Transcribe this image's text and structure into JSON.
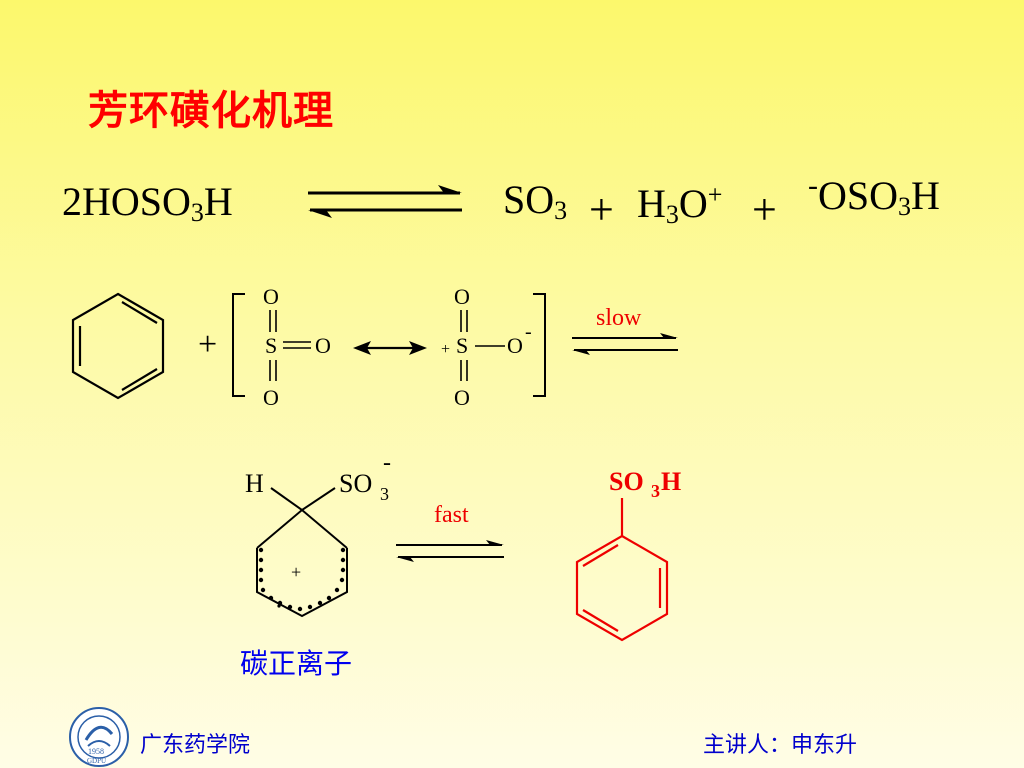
{
  "title": "芳环磺化机理",
  "equation1": {
    "coef": "2",
    "reactant": {
      "main": "HOSO",
      "sub": "3",
      "tail": "H"
    },
    "product1": {
      "main": "SO",
      "sub": "3"
    },
    "plus1": "+",
    "product2": {
      "main": "H",
      "sub": "3",
      "tail": "O",
      "sup": "+"
    },
    "plus2": "+",
    "product3": {
      "charge": "-",
      "main": "OSO",
      "sub": "3",
      "tail": "H"
    }
  },
  "step1": {
    "plus": "+",
    "o_top_left": "O",
    "s_left": "S",
    "o_right_left": "O",
    "o_bottom_left": "O",
    "o_top_right": "O",
    "plus_charge": "+",
    "s_right": "S",
    "o_right_right": "O",
    "minus_charge": "-",
    "o_bottom_right": "O",
    "rate_label": "slow"
  },
  "step2": {
    "h_label": "H",
    "so3_main": "SO",
    "so3_sub": "3",
    "so3_charge": "-",
    "plus_charge": "+",
    "rate_label": "fast",
    "product_main": "SO",
    "product_sub": "3",
    "product_tail": "H",
    "carbocation_label": "碳正离子"
  },
  "footer": {
    "school": "广东药学院",
    "speaker": "主讲人：申东升",
    "logo_year": "1958",
    "logo_abbr": "GDPU"
  },
  "colors": {
    "title": "#ff0000",
    "product": "#ee0000",
    "carbocation_label": "#0000ee",
    "footer_text": "#0000cc"
  }
}
